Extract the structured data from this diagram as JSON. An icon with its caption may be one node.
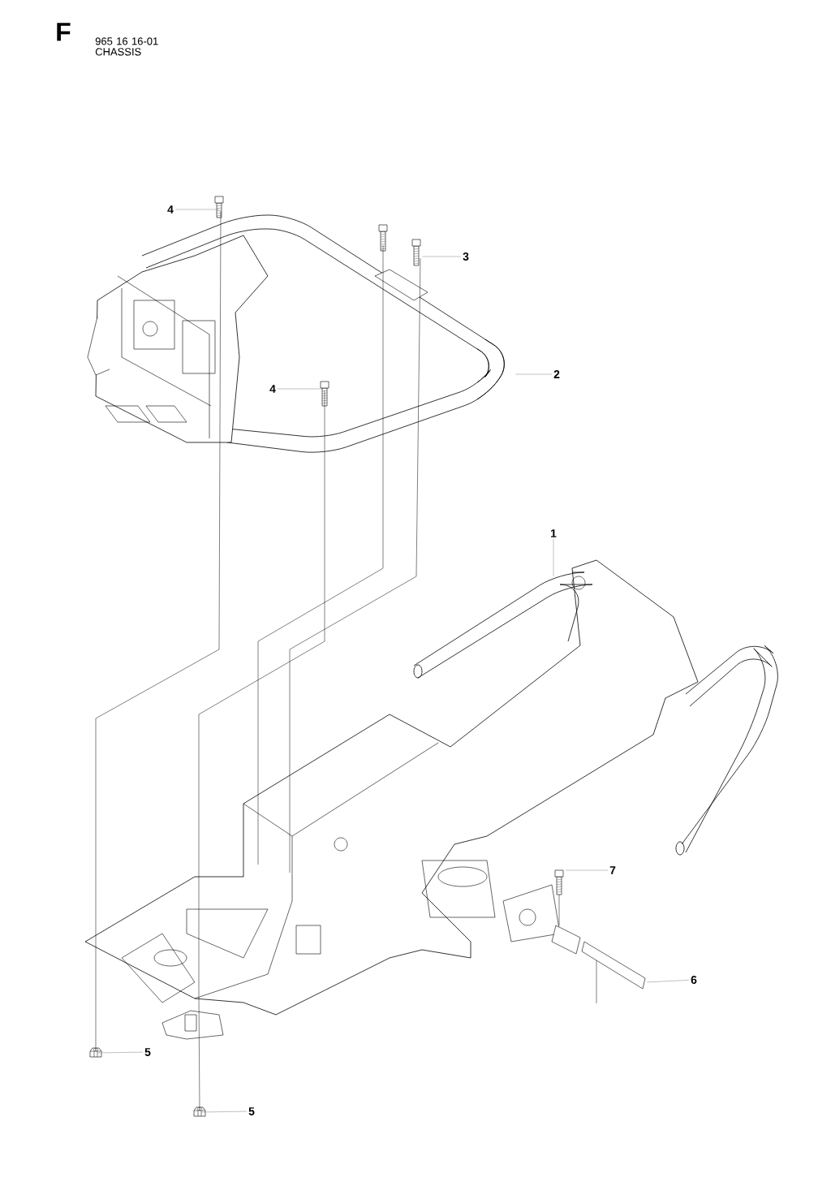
{
  "diagram": {
    "title": "965 16 16-01 CHASSIS",
    "nodes": [
      {
        "text": [
          "4"
        ]
      },
      {
        "text": [],
        "shape": "picture"
      },
      {
        "text": [
          "3"
        ]
      },
      {
        "text": [],
        "shape": "picture"
      },
      {
        "text": [
          "2"
        ]
      },
      {
        "text": [],
        "shape": "picture"
      },
      {
        "text": [
          "4"
        ]
      },
      {
        "text": [],
        "shape": "picture"
      },
      {
        "text": [
          "1"
        ]
      },
      {
        "text": [],
        "shape": "picture"
      },
      {
        "text": [
          "7"
        ]
      },
      {
        "text": [],
        "shape": "picture"
      },
      {
        "text": [
          "6"
        ]
      },
      {
        "text": [],
        "shape": "picture"
      },
      {
        "text": [
          "5"
        ]
      },
      {
        "text": [],
        "shape": "picture"
      },
      {
        "text": [
          "5"
        ]
      },
      {
        "text": [],
        "shape": "picture"
      },
      {
        "text": [],
        "shape": "picture"
      }
    ],
    "edges": [
      {
        "from": 0,
        "to": 1,
        "arrow": "none"
      },
      {
        "from": 2,
        "to": 3,
        "arrow": "none"
      },
      {
        "from": 4,
        "to": 5,
        "arrow": "none"
      },
      {
        "from": 6,
        "to": 7,
        "arrow": "none"
      },
      {
        "from": 8,
        "to": 9,
        "arrow": "none"
      },
      {
        "from": 10,
        "to": 11,
        "arrow": "none"
      },
      {
        "from": 12,
        "to": 13,
        "arrow": "none"
      },
      {
        "from": 14,
        "to": 15,
        "arrow": "none"
      },
      {
        "from": 16,
        "to": 17,
        "arrow": "none"
      },
      {
        "from": 1,
        "to": 15,
        "arrow": "none",
        "color": "#000000"
      },
      {
        "from": 18,
        "to": 9,
        "arrow": "none",
        "color": "#000000"
      },
      {
        "from": 3,
        "to": 9,
        "arrow": "none",
        "color": "#000000"
      },
      {
        "from": 7,
        "to": 9,
        "arrow": "none",
        "color": "#000000"
      },
      {
        "from": 9,
        "to": 17,
        "arrow": "none",
        "color": "#000000"
      }
    ],
    "labels": [
      "F"
    ]
  }
}
